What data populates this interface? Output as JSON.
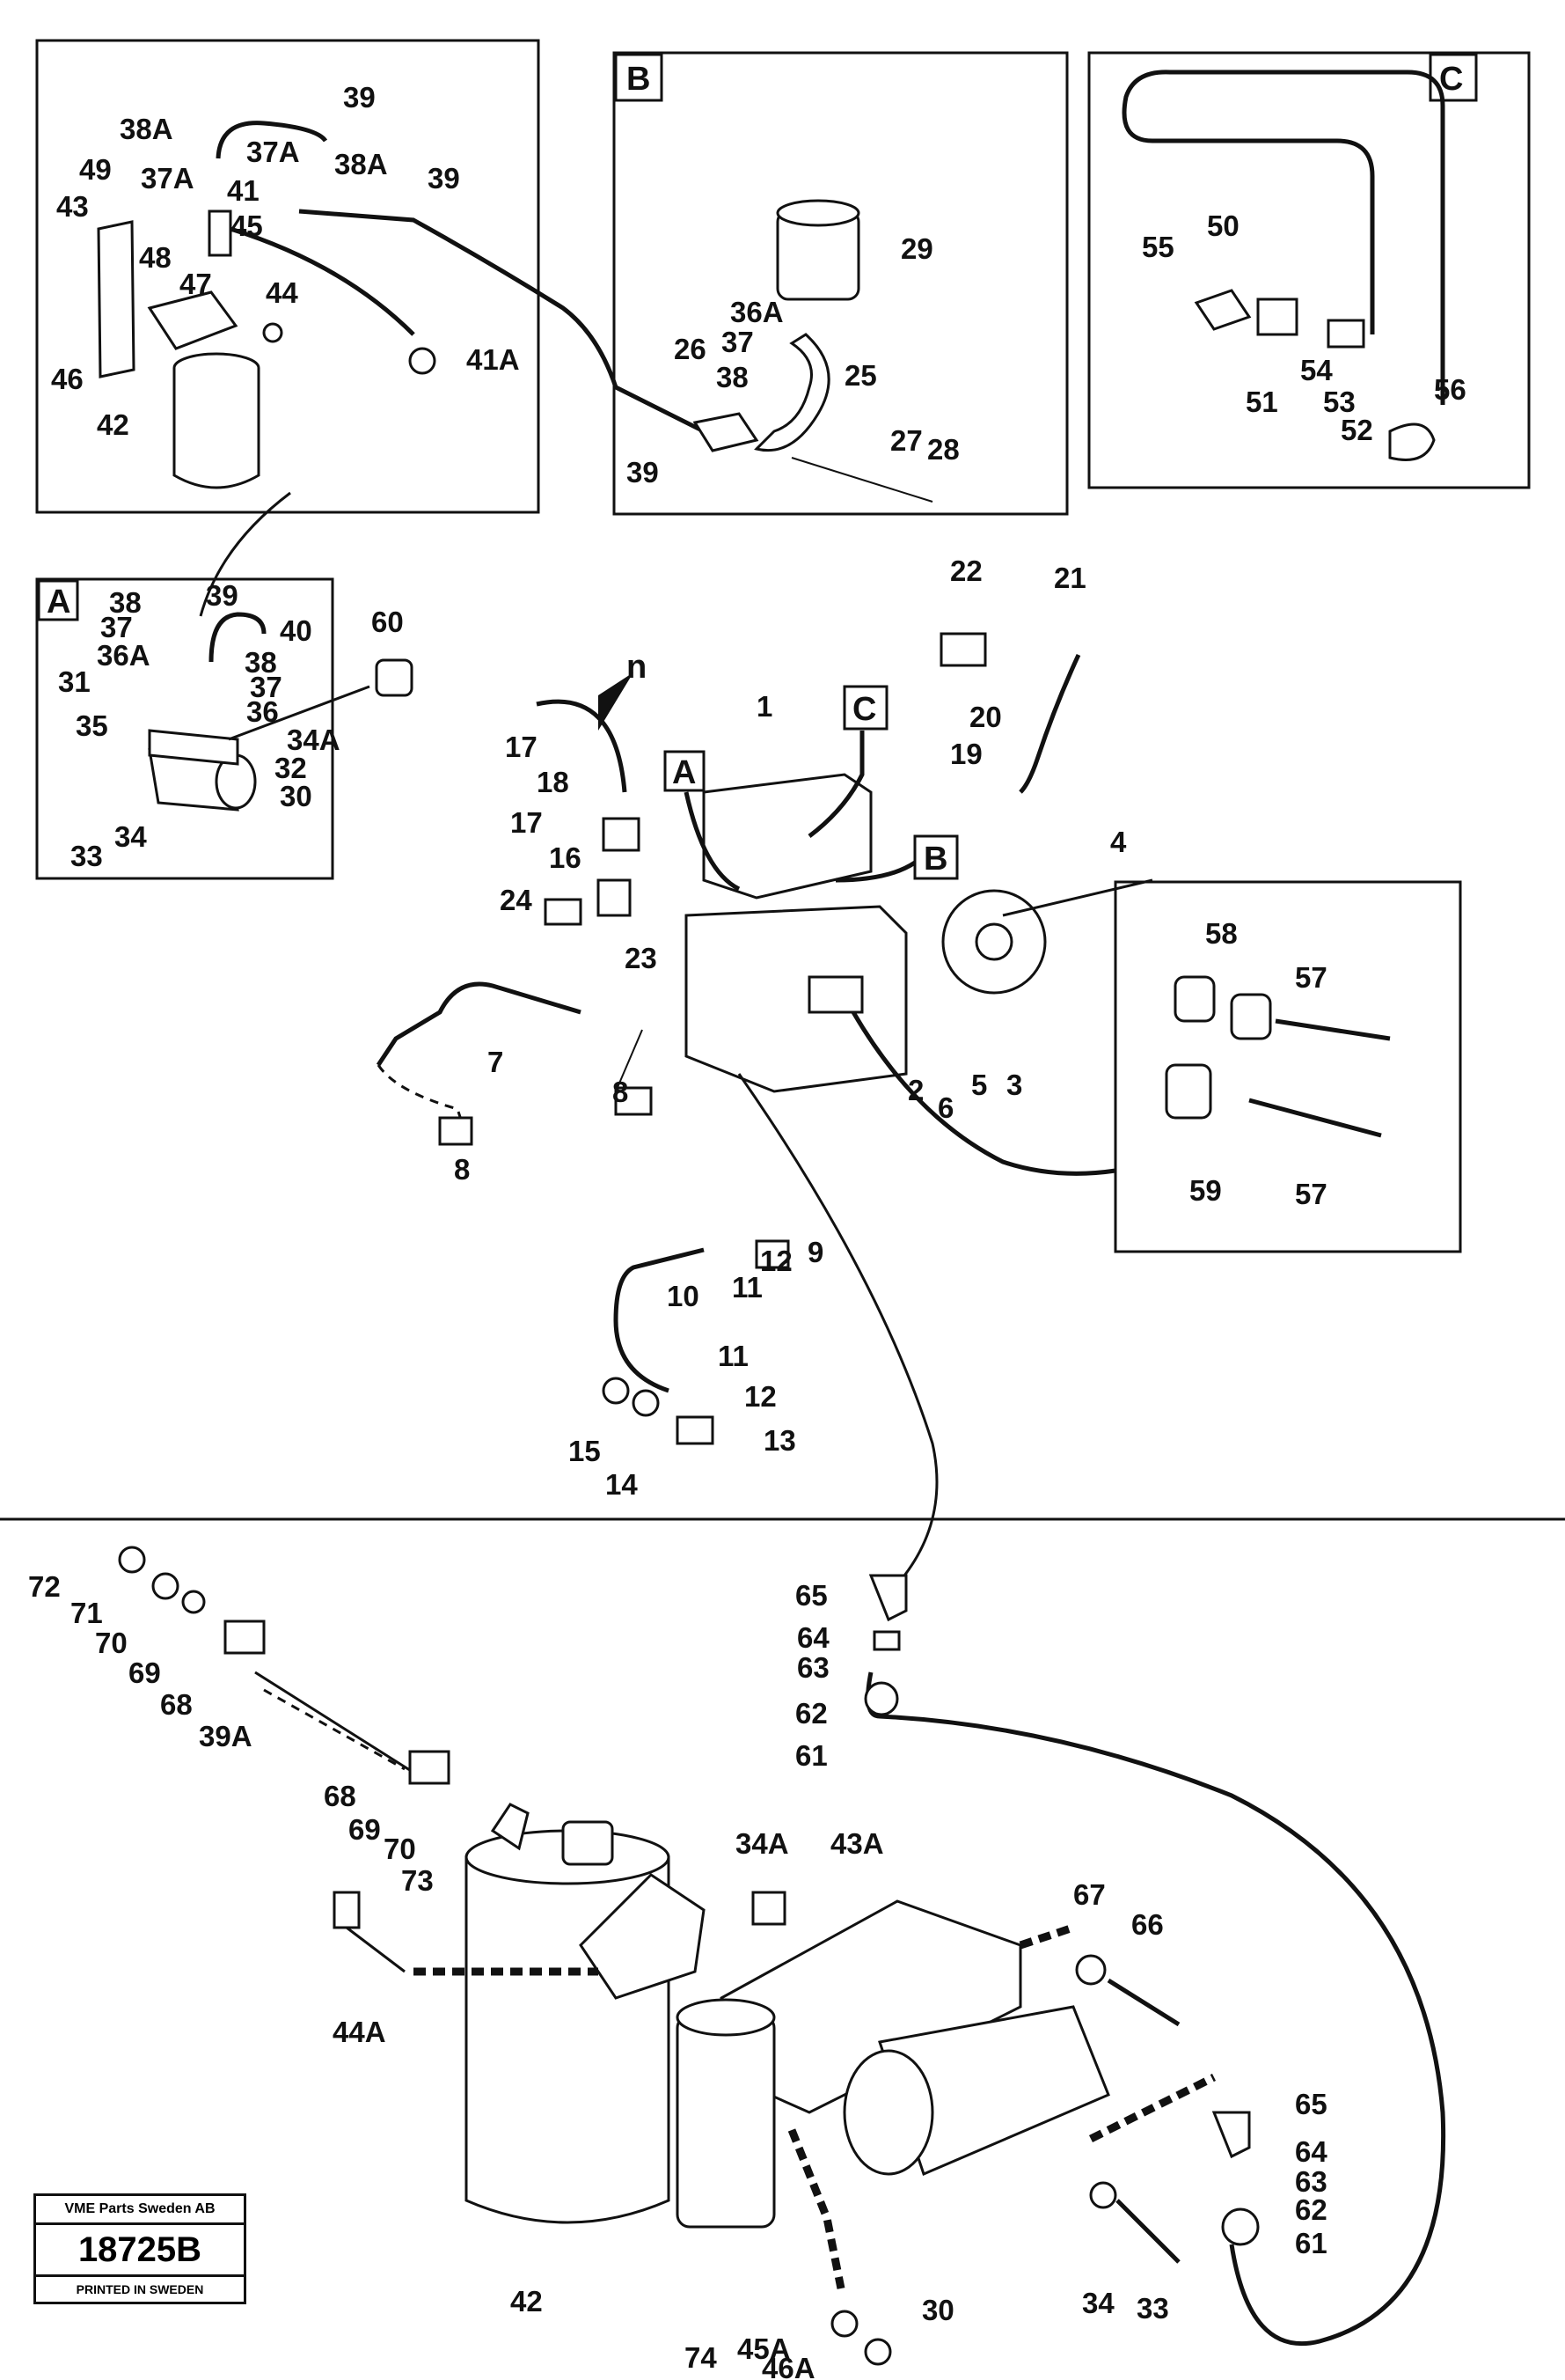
{
  "inset_labels": {
    "A": "A",
    "B": "B",
    "C": "C"
  },
  "view_arrow_label": "n",
  "badge": {
    "company": "VME Parts Sweden AB",
    "code": "18725B",
    "printed": "PRINTED IN SWEDEN"
  },
  "callouts": [
    "39",
    "38A",
    "37A",
    "37A",
    "41",
    "38A",
    "39",
    "49",
    "43",
    "48",
    "47",
    "45",
    "44",
    "46",
    "41A",
    "42",
    "29",
    "36A",
    "37",
    "26",
    "38",
    "25",
    "27",
    "28",
    "39",
    "50",
    "55",
    "51",
    "54",
    "53",
    "52",
    "56",
    "38",
    "39",
    "40",
    "37",
    "38",
    "36A",
    "37",
    "31",
    "36",
    "35",
    "34A",
    "32",
    "30",
    "33",
    "34",
    "60",
    "22",
    "21",
    "20",
    "19",
    "1",
    "17",
    "18",
    "17",
    "16",
    "24",
    "23",
    "4",
    "7",
    "8",
    "8",
    "2",
    "6",
    "5",
    "3",
    "58",
    "57",
    "59",
    "57",
    "9",
    "12",
    "11",
    "10",
    "11",
    "12",
    "13",
    "15",
    "14",
    "72",
    "71",
    "70",
    "69",
    "68",
    "39A",
    "65",
    "64",
    "63",
    "62",
    "61",
    "68",
    "69",
    "70",
    "73",
    "34A",
    "43A",
    "44A",
    "67",
    "66",
    "65",
    "64",
    "63",
    "62",
    "61",
    "42",
    "30",
    "34",
    "33",
    "74",
    "45A",
    "46A"
  ]
}
